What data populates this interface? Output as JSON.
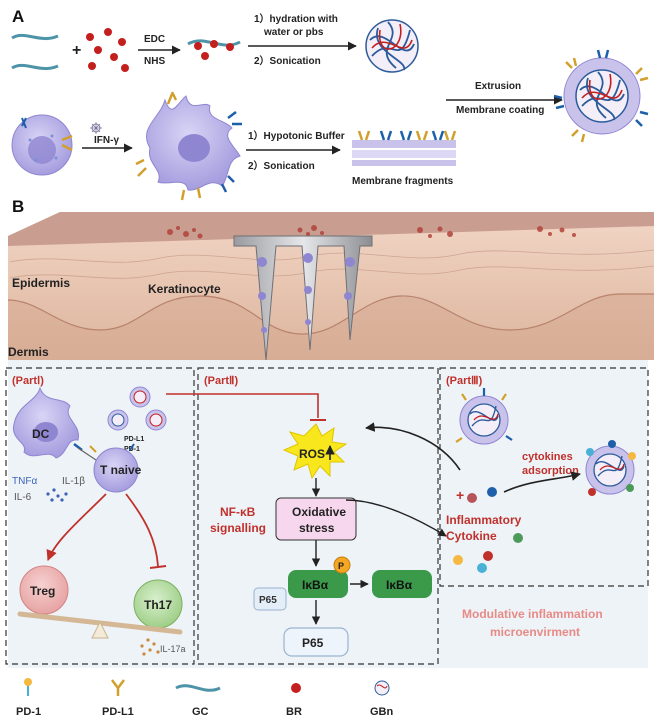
{
  "panel_a": {
    "label": "A",
    "step1_reagents": [
      "EDC",
      "NHS"
    ],
    "step2_lines": [
      "1）hydration with",
      "water or pbs",
      "2）Sonication"
    ],
    "ifn_label": "IFN-γ",
    "membrane_steps": [
      "1）Hypotonic Buffer",
      "2）Sonication"
    ],
    "membrane_caption": "Membrane fragments",
    "final_steps": [
      "Extrusion",
      "Membrane coating"
    ],
    "plus": "+"
  },
  "panel_b": {
    "label": "B",
    "epidermis": "Epidermis",
    "keratinocyte": "Keratinocyte",
    "dermis": "Dermis"
  },
  "part1": {
    "title": "(PartⅠ)",
    "dc": "DC",
    "pdl1": "PD-L1",
    "pd1": "PD-1",
    "tnaive": "T naive",
    "tnf": "TNFα",
    "il1b": "IL-1β",
    "il6": "IL-6",
    "treg": "Treg",
    "th17": "Th17",
    "il17a": "IL-17a"
  },
  "part2": {
    "title": "(PartⅡ)",
    "ros": "ROS",
    "nfkb_lines": [
      "NF-κB",
      "signalling"
    ],
    "oxidative_lines": [
      "Oxidative",
      "stress"
    ],
    "ikba": "IκBα",
    "ikba2": "IκBα",
    "p": "P",
    "p65_small": "P65",
    "p65": "P65"
  },
  "part3": {
    "title": "(PartⅢ)",
    "adsorption_lines": [
      "cytokines",
      "adsorption"
    ],
    "plus": "+",
    "inflammatory_lines": [
      "Inflammatory",
      "Cytokine"
    ],
    "modulative_lines": [
      "Modulative inflammation",
      "microenvirment"
    ]
  },
  "legend": [
    "PD-1",
    "PD-L1",
    "GC",
    "BR",
    "GBn"
  ],
  "colors": {
    "red_text": "#c0312b",
    "cell": "#b9b3e6",
    "cell_dark": "#8f86d1",
    "skin": "#e7c7b5",
    "ros": "#f8e71c",
    "green": "#3a9a4a",
    "pink_box": "#f6d7ee",
    "modulative": "#e88a86"
  }
}
